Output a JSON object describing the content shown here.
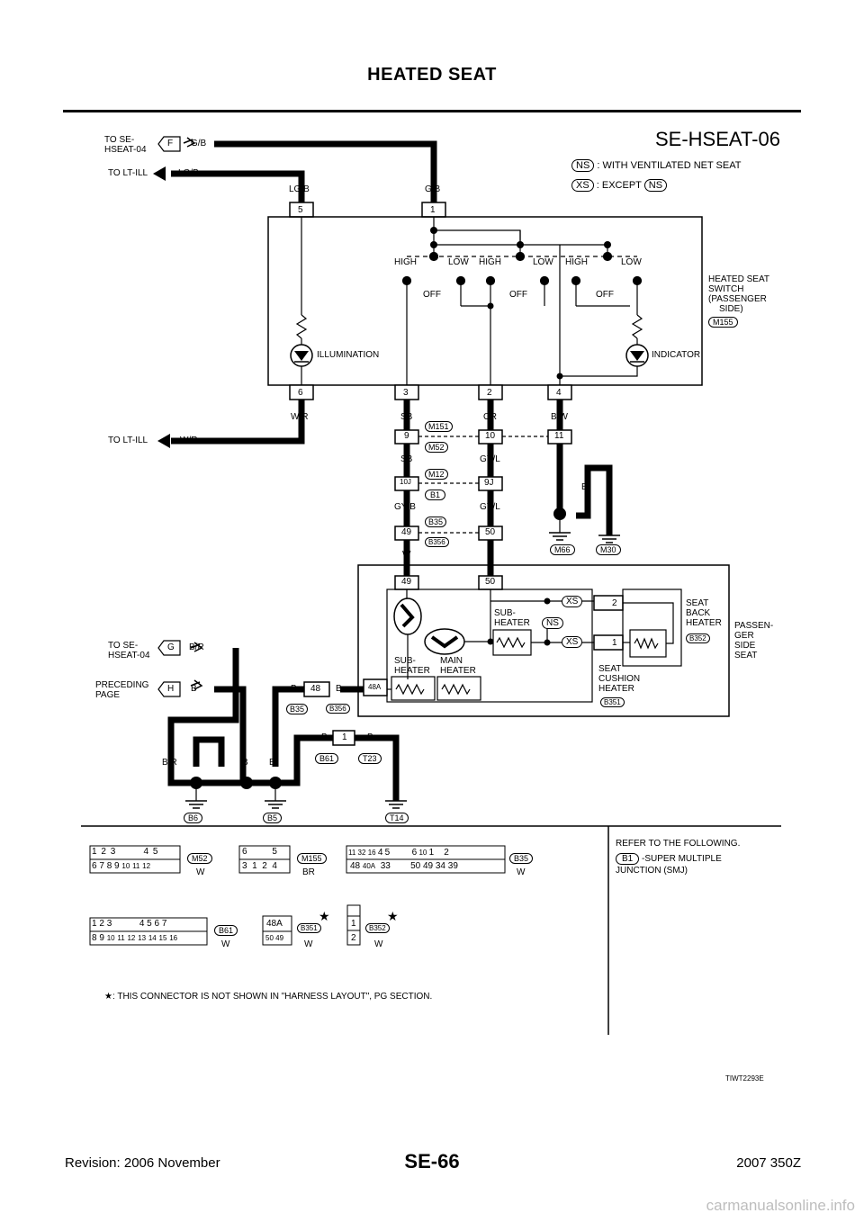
{
  "header": {
    "title": "HEATED SEAT"
  },
  "diagram": {
    "id": "SE-HSEAT-06",
    "image_code": "TIWT2293E",
    "legend": {
      "ns_tag": "NS",
      "ns_text": ": WITH VENTILATED NET SEAT",
      "xs_tag": "XS",
      "xs_text": ": EXCEPT",
      "xs_ref": "NS"
    },
    "refs": {
      "to_se_1": "TO SE-",
      "to_se_2": "HSEAT-04",
      "ref_f": "F",
      "ref_g": "G",
      "ref_h": "H",
      "to_lt_ill": "TO LT-ILL",
      "preceding_1": "PRECEDING",
      "preceding_2": "PAGE"
    },
    "wires": {
      "gb": "G/B",
      "lgb": "LG/B",
      "wr": "W/R",
      "sb": "SB",
      "or": "OR",
      "bw": "B/W",
      "gyl": "GY/L",
      "gyb": "GY/B",
      "w": "W",
      "l": "L",
      "b": "B",
      "br": "B/R"
    },
    "switch": {
      "label_1": "HEATED SEAT",
      "label_2": "SWITCH",
      "label_3": "(PASSENGER",
      "label_4": "SIDE)",
      "connector": "M155",
      "illumination": "ILLUMINATION",
      "indicator": "INDICATOR",
      "high": "HIGH",
      "low": "LOW",
      "off": "OFF",
      "pins": [
        "5",
        "1",
        "6",
        "3",
        "2",
        "4"
      ]
    },
    "joints": {
      "c1_top": "M151",
      "c1_bot": "M52",
      "c2_top": "M12",
      "c2_bot": "B1",
      "c3_top": "B35",
      "c3_bot": "B356",
      "p9": "9",
      "p10": "10",
      "p11": "11",
      "p10j": "10J",
      "p9j": "9J",
      "p49": "49",
      "p50": "50",
      "p48": "48",
      "p48a": "48A",
      "p1": "1",
      "p2": "2"
    },
    "seat": {
      "label_1": "PASSEN-",
      "label_2": "GER",
      "label_3": "SIDE",
      "label_4": "SEAT",
      "sub_heater_1": "SUB-",
      "sub_heater_2": "HEATER",
      "main_heater_1": "MAIN",
      "main_heater_2": "HEATER",
      "back_1": "SEAT",
      "back_2": "BACK",
      "back_3": "HEATER",
      "back_conn": "B352",
      "cushion_1": "SEAT",
      "cushion_2": "CUSHION",
      "cushion_3": "HEATER",
      "cushion_conn": "B351"
    },
    "grounds": {
      "m66": "M66",
      "m30": "M30",
      "b6": "B6",
      "b5": "B5",
      "t14": "T14",
      "b61": "B61",
      "t23": "T23"
    },
    "connector_faces": {
      "m52_row1": [
        "1",
        "2",
        "3",
        "4",
        "5"
      ],
      "m52_row2": [
        "6",
        "7",
        "8",
        "9",
        "10",
        "11",
        "12"
      ],
      "m52_label": "M52",
      "m52_color": "W",
      "m155_row1": [
        "6",
        "5"
      ],
      "m155_row2": [
        "3",
        "1",
        "2",
        "4"
      ],
      "m155_label": "M155",
      "m155_color": "BR",
      "b35_row1": [
        "11",
        "32",
        "16",
        "4",
        "5",
        "6",
        "10",
        "1",
        "2"
      ],
      "b35_row2": [
        "48",
        "40A",
        "33",
        "50",
        "49",
        "34",
        "39"
      ],
      "b35_label": "B35",
      "b35_color": "W",
      "b61_row1": [
        "1",
        "2",
        "3",
        "4",
        "5",
        "6",
        "7"
      ],
      "b61_row2": [
        "8",
        "9",
        "10",
        "11",
        "12",
        "13",
        "14",
        "15",
        "16"
      ],
      "b61_label": "B61",
      "b61_color": "W",
      "b351_top": "48A",
      "b351_row2": [
        "50",
        "49"
      ],
      "b351_label": "B351",
      "b351_color": "W",
      "b352_pins": [
        "1",
        "2"
      ],
      "b352_label": "B352",
      "b352_color": "W"
    },
    "notes": {
      "refer": "REFER TO THE FOLLOWING.",
      "b1_tag": "B1",
      "smj_1": "-SUPER MULTIPLE",
      "smj_2": "JUNCTION (SMJ)",
      "star": "★",
      "star_note": ": THIS CONNECTOR IS NOT SHOWN IN \"HARNESS LAYOUT\", PG SECTION."
    }
  },
  "footer": {
    "revision": "Revision: 2006 November",
    "page": "SE-66",
    "model": "2007 350Z"
  },
  "watermark": "carmanualsonline.info"
}
